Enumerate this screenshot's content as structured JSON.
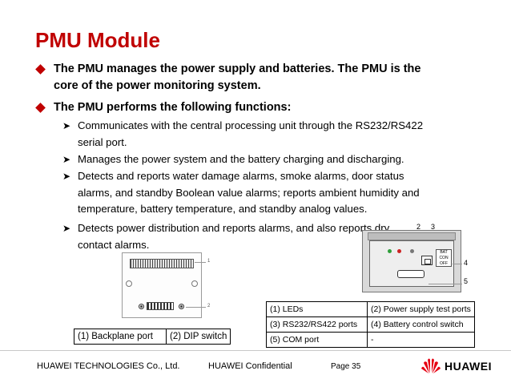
{
  "title": "PMU Module",
  "bullets": [
    {
      "text": "The PMU manages the power supply and batteries. The PMU is the core of the power monitoring system."
    },
    {
      "text": "The PMU performs the following functions:"
    }
  ],
  "functions": [
    "Communicates with the central processing unit through the RS232/RS422 serial port.",
    "Manages the power system and the battery charging and discharging.",
    "Detects and reports water damage alarms, smoke alarms, door status alarms, and standby Boolean value alarms; reports ambient humidity and temperature, battery temperature, and standby analog values.",
    "Detects power distribution and reports alarms, and also reports dry contact alarms."
  ],
  "left_figure": {
    "callouts": [
      "1",
      "2"
    ],
    "table": [
      [
        "(1) Backplane port",
        "(2) DIP switch"
      ]
    ]
  },
  "right_figure": {
    "callouts": [
      "2",
      "3",
      "4",
      "5"
    ],
    "panel_labels": [
      "BAT",
      "CON",
      "OFF"
    ],
    "table": [
      [
        "(1) LEDs",
        "(2) Power supply test ports"
      ],
      [
        "(3) RS232/RS422 ports",
        "(4) Battery control switch"
      ],
      [
        "(5) COM port",
        "-"
      ]
    ]
  },
  "footer": {
    "company": "HUAWEI TECHNOLOGIES Co., Ltd.",
    "confidential": "HUAWEI Confidential",
    "page": "Page 35",
    "brand": "HUAWEI"
  },
  "colors": {
    "title": "#c00000",
    "bullet": "#c00000",
    "logo": "#e60012"
  }
}
